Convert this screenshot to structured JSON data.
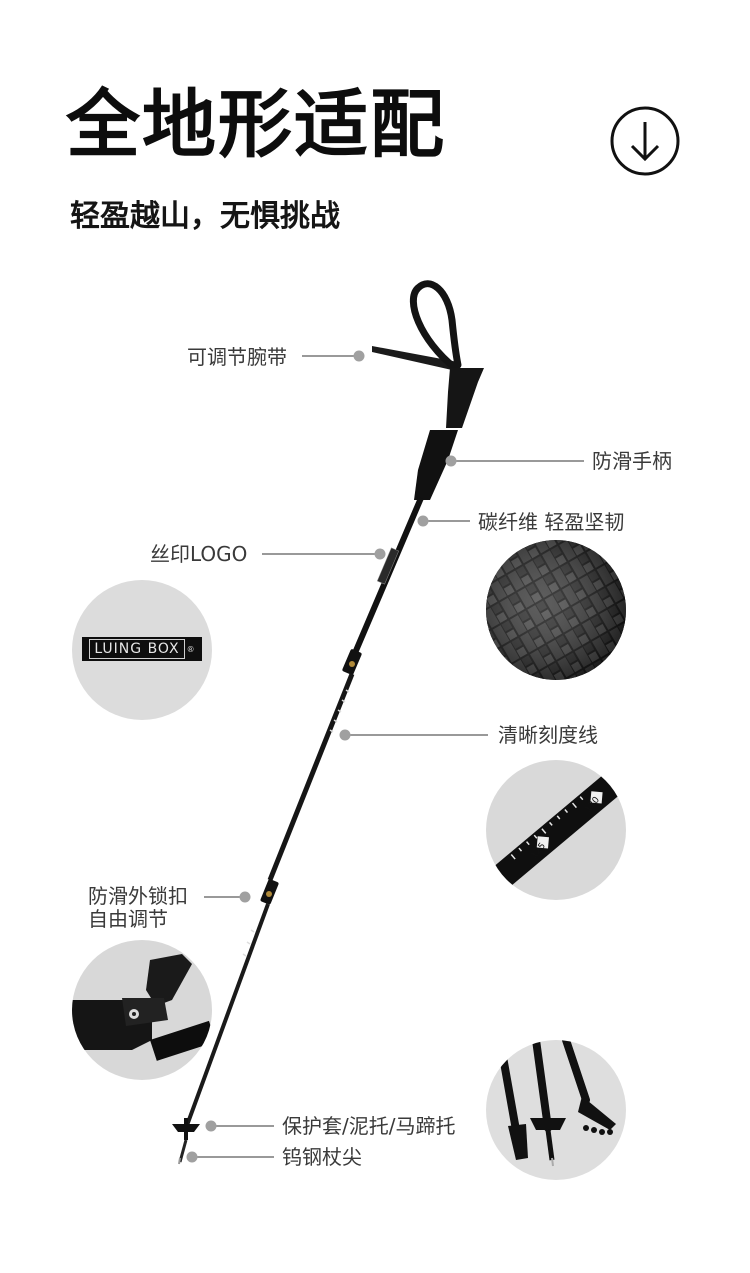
{
  "header": {
    "title": "全地形适配",
    "subtitle": "轻盈越山，无惧挑战"
  },
  "icons": {
    "scroll_down": "arrow-down-circle-icon"
  },
  "callouts": {
    "wrist_strap": "可调节腕带",
    "grip": "防滑手柄",
    "carbon": "碳纤维 轻盈坚韧",
    "logo_print": "丝印LOGO",
    "scale_lines": "清晰刻度线",
    "lock": "防滑外锁扣\n自由调节",
    "basket": "保护套/泥托/马蹄托",
    "tip": "钨钢杖尖"
  },
  "detail_images": {
    "logo_text": "LUING BOX",
    "scale_values": [
      "130",
      "125"
    ]
  },
  "colors": {
    "pole": "#111111",
    "label_text": "#3a3a3a",
    "leader_line": "#333333",
    "dot": "#9a9a9a",
    "circle_bg": "#dcdcdc"
  }
}
